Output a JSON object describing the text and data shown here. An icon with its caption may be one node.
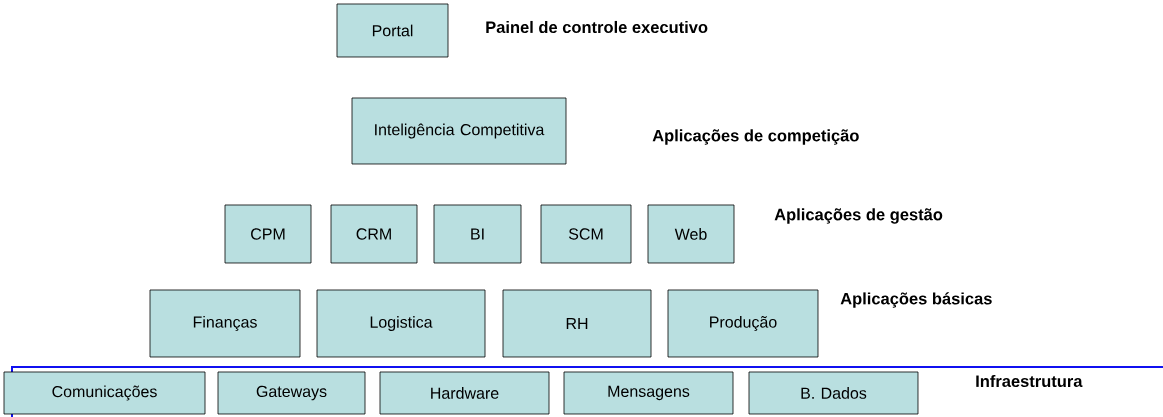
{
  "diagram": {
    "nodes": [
      {
        "text": [
          "Portal"
        ]
      },
      {
        "text": [
          "Inteligência Competitiva"
        ]
      },
      {
        "text": [
          "CPM"
        ]
      },
      {
        "text": [
          "CRM"
        ]
      },
      {
        "text": [
          "BI"
        ]
      },
      {
        "text": [
          "SCM"
        ]
      },
      {
        "text": [
          "Web"
        ]
      },
      {
        "text": [
          "Finanças"
        ]
      },
      {
        "text": [
          "Logistica"
        ]
      },
      {
        "text": [
          "RH"
        ]
      },
      {
        "text": [
          "Produção"
        ]
      },
      {
        "text": [
          "Comunicações"
        ]
      },
      {
        "text": [
          "Gateways"
        ]
      },
      {
        "text": [
          "Hardware"
        ]
      },
      {
        "text": [
          "Mensagens"
        ]
      },
      {
        "text": [
          "B. Dados"
        ]
      }
    ],
    "labels": [
      "Painel de controle executivo",
      "Aplicações de competição",
      "Aplicações de gestão",
      "Aplicações básicas",
      "Infraestrutura"
    ]
  }
}
